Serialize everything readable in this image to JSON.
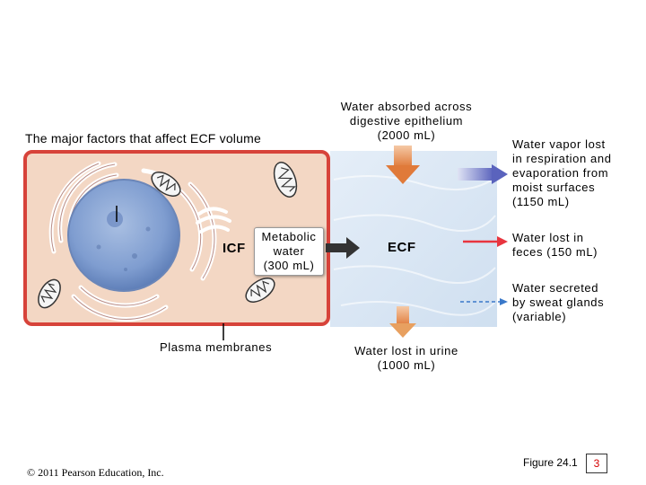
{
  "title": "The major factors that affect ECF volume",
  "compartments": {
    "icf": "ICF",
    "ecf": "ECF"
  },
  "metabolic": {
    "line1": "Metabolic",
    "line2": "water",
    "line3": "(300 mL)"
  },
  "plasma_membranes": "Plasma membranes",
  "inputs": {
    "absorbed": {
      "line1": "Water absorbed across",
      "line2": "digestive epithelium",
      "line3": "(2000 mL)"
    }
  },
  "outputs": {
    "vapor": {
      "line1": "Water vapor lost",
      "line2": "in respiration and",
      "line3": "evaporation from",
      "line4": "moist surfaces",
      "line5": "(1150 mL)"
    },
    "feces": {
      "line1": "Water lost in",
      "line2": "feces (150 mL)"
    },
    "sweat": {
      "line1": "Water secreted",
      "line2": "by sweat glands",
      "line3": "(variable)"
    },
    "urine": {
      "line1": "Water lost in urine",
      "line2": "(1000 mL)"
    }
  },
  "footer": {
    "copyright": "© 2011 Pearson Education, Inc.",
    "figure": "Figure 24.1",
    "page": "3"
  },
  "colors": {
    "cell_fill": "#f3d7c4",
    "cell_border": "#d7433a",
    "nucleus": "#8aa6d4",
    "ecf_fill": "#dbe7f4",
    "orange_arrow": "#e58a4d",
    "blue_arrow": "#6f78c8",
    "red_arrow": "#e8353f",
    "sweat_arrow": "#3a78c9",
    "page_number": "#d40000"
  }
}
